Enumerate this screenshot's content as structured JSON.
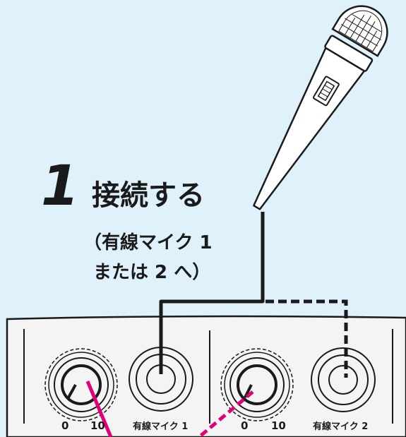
{
  "step": {
    "number": "1",
    "title": "接続する",
    "note_line1": "（有線マイク 1",
    "note_line2": "または 2 へ）"
  },
  "panel": {
    "knob1": {
      "scale_min": "0",
      "scale_max": "10"
    },
    "jack1_label": "有線マイク 1",
    "knob2": {
      "scale_min": "0",
      "scale_max": "10"
    },
    "jack2_label": "有線マイク 2"
  },
  "colors": {
    "background": "#dff1fb",
    "panel": "#f4f4f4",
    "line": "#1a1a1a",
    "indicator": "#e2007a",
    "microphone_body": "#ffffff"
  },
  "icons": {
    "microphone": "handheld-microphone-icon",
    "volume_knob": "rotary-knob-icon",
    "jack": "audio-jack-icon"
  }
}
